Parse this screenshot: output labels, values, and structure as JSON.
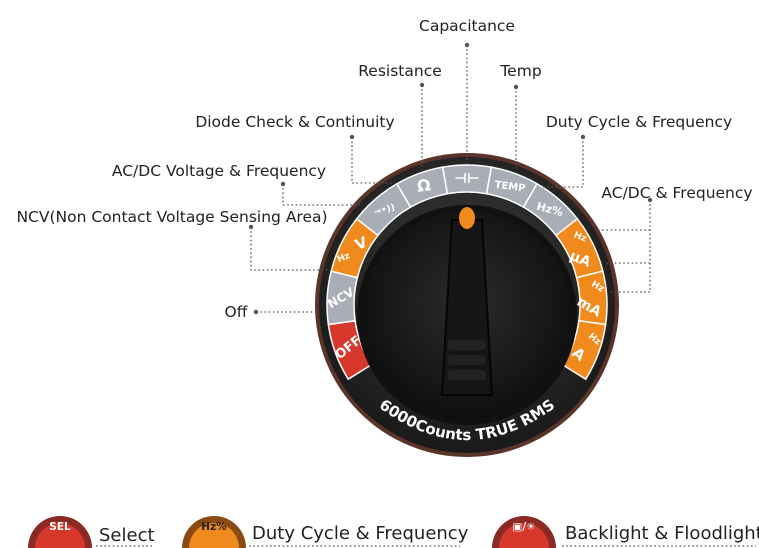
{
  "callouts": {
    "capacitance": "Capacitance",
    "resistance": "Resistance",
    "temp": "Temp",
    "diode": "Diode Check & Continuity",
    "duty": "Duty Cycle & Frequency",
    "acdc_voltage": "AC/DC Voltage & Frequency",
    "acdc_current": "AC/DC & Frequency",
    "ncv": "NCV(Non Contact Voltage Sensing Area)",
    "off": "Off"
  },
  "dial": {
    "brand_text": "6000Counts TRUE RMS",
    "positions": {
      "off": "OFF",
      "ncv": "NCV",
      "volt_hz": "Hz",
      "volt": "V",
      "diode": "→•))",
      "ohm": "Ω",
      "cap": "⊣⊢",
      "temp": "TEMP",
      "hz": "Hz%",
      "ua_hz": "Hz",
      "ua": "µA",
      "ma_hz": "Hz",
      "ma": "mA",
      "a_hz": "Hz",
      "a": "A"
    }
  },
  "legend": {
    "sel_key": "SEL",
    "sel_label": "Select",
    "hz_key": "Hz%",
    "hz_label": "Duty Cycle & Frequency",
    "light_key": "▣/☀",
    "light_label": "Backlight & Floodlight"
  },
  "colors": {
    "orange": "#f08a1c",
    "red": "#d8382b",
    "gray": "#a9adb6",
    "body": "#2a2a2a"
  }
}
